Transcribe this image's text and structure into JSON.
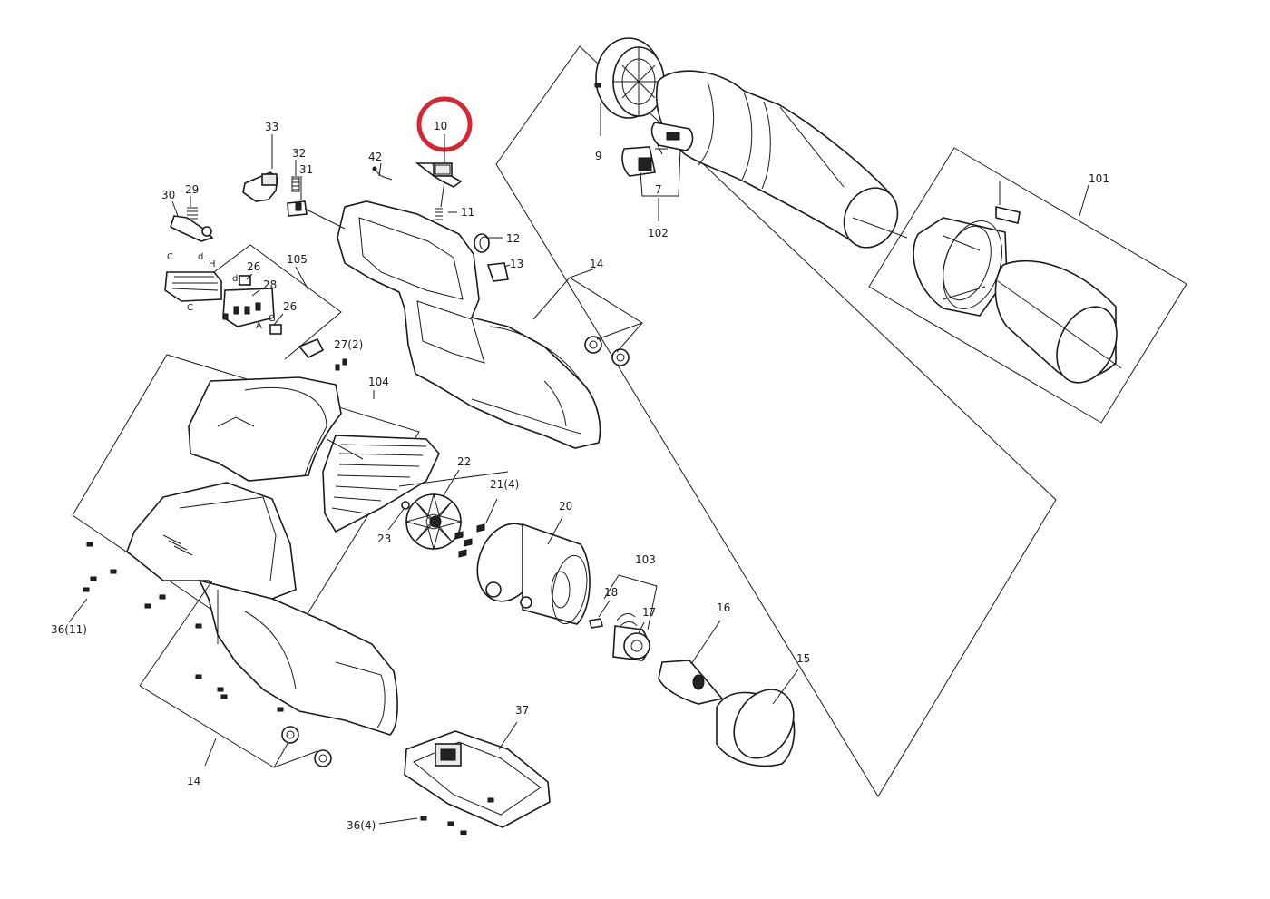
{
  "highlight": {
    "part": "10",
    "color": "#d62631"
  },
  "line_color": "#1a1a1a",
  "labels": {
    "l10": "10",
    "l33": "33",
    "l32": "32",
    "l31": "31",
    "l42": "42",
    "l11": "11",
    "l12": "12",
    "l13": "13",
    "l29": "29",
    "l30": "30",
    "l26a": "26",
    "l26b": "26",
    "l105": "105",
    "l28": "28",
    "l14a": "14",
    "l14b": "14",
    "l272": "27(2)",
    "l104": "104",
    "l9": "9",
    "l7": "7",
    "l102": "102",
    "l101": "101",
    "l22": "22",
    "l214": "21(4)",
    "l20": "20",
    "l23": "23",
    "l103": "103",
    "l18": "18",
    "l17": "17",
    "l16": "16",
    "l15": "15",
    "l3611": "36(11)",
    "l37": "37",
    "l364": "36(4)",
    "cC1": "C",
    "cH": "H",
    "cd1": "d",
    "cd2": "d",
    "cC2": "C",
    "cG": "G",
    "cA": "A"
  }
}
